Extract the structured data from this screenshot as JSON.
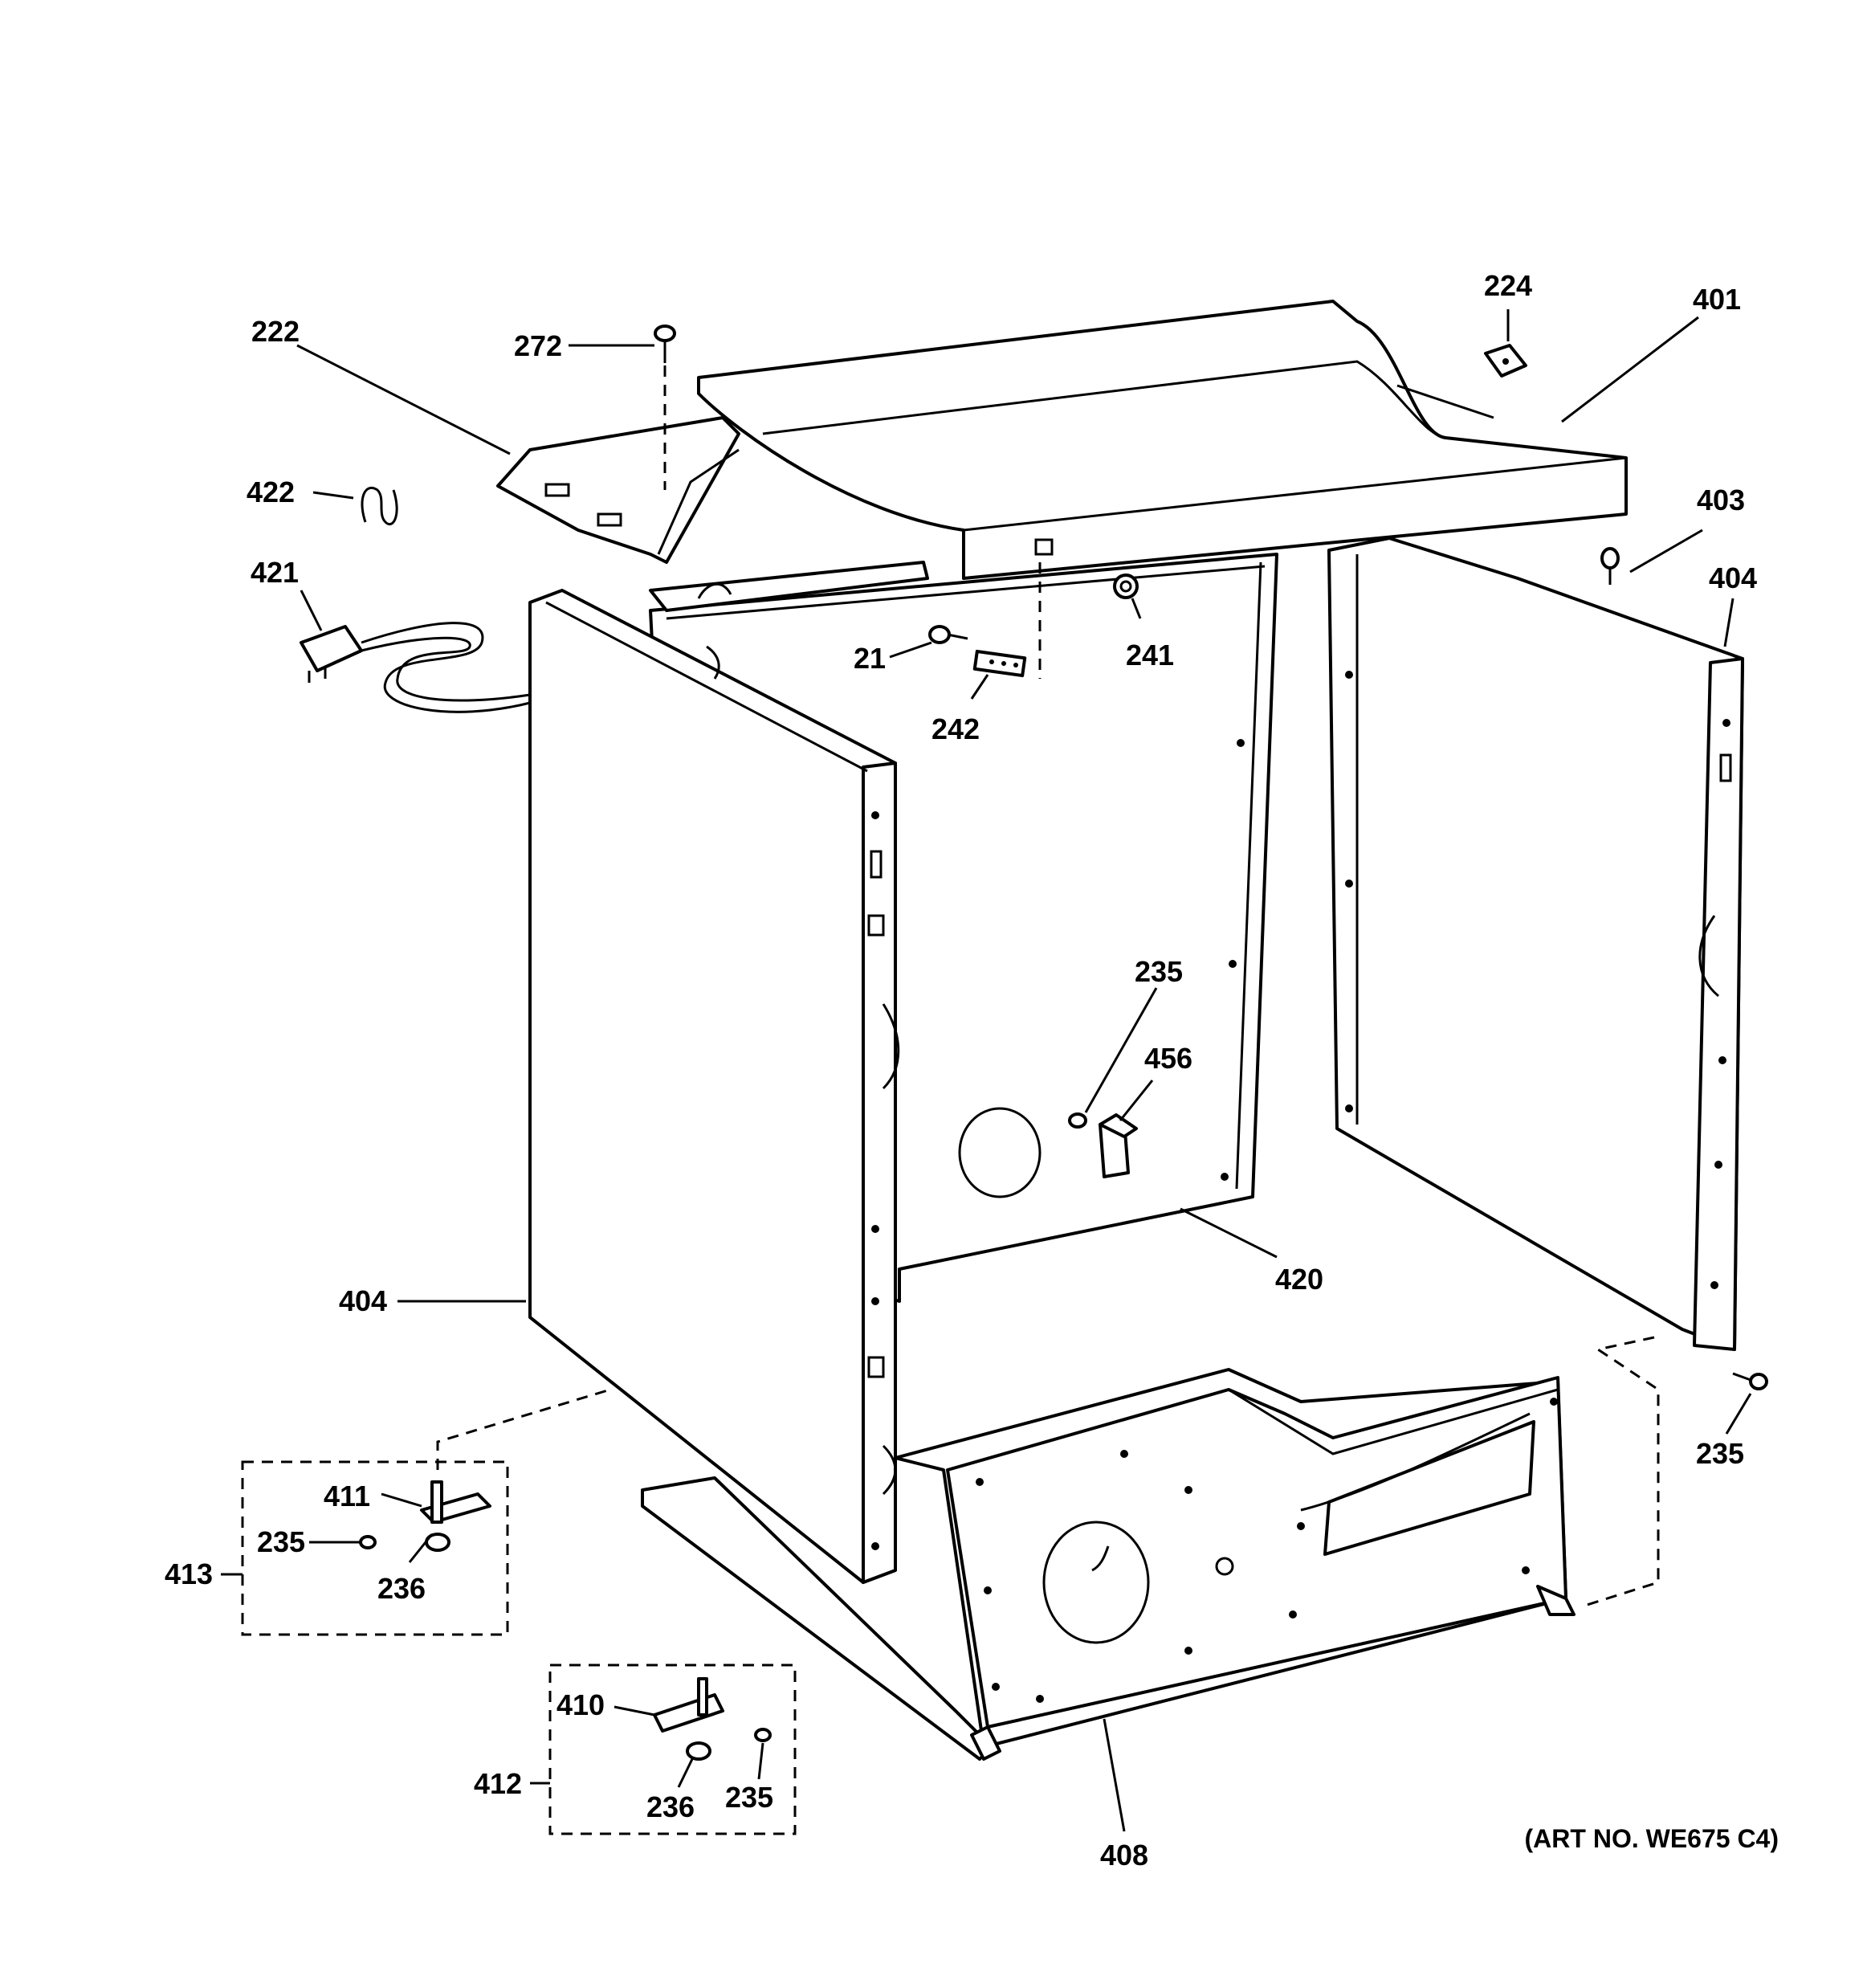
{
  "labels": {
    "p222": "222",
    "p272": "272",
    "p224": "224",
    "p401": "401",
    "p422": "422",
    "p421": "421",
    "p403": "403",
    "p404_right": "404",
    "p21": "21",
    "p241": "241",
    "p242": "242",
    "p235_center": "235",
    "p456": "456",
    "p420": "420",
    "p404_left": "404",
    "p235_right": "235",
    "p411": "411",
    "p235_kit413": "235",
    "p413": "413",
    "p236_kit413": "236",
    "p410": "410",
    "p412": "412",
    "p236_kit412": "236",
    "p235_kit412": "235",
    "p408": "408"
  },
  "art_number": "(ART NO. WE675 C4)"
}
